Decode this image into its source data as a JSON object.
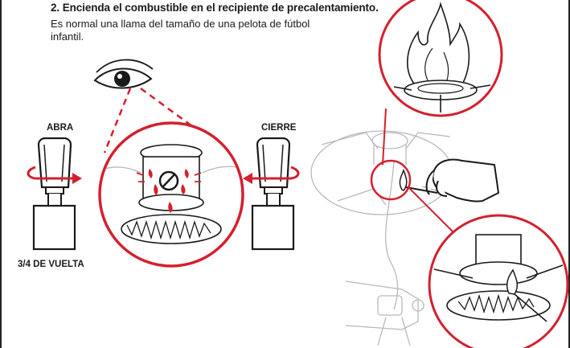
{
  "instruction": {
    "title": "2. Encienda el combustible en el recipiente de precalentamiento.",
    "body": "Es normal una llama del tamaño de una pelota de fútbol infantil."
  },
  "valve_labels": {
    "open": "ABRA",
    "close": "CIERRE",
    "turn_amount": "3/4 DE VUELTA"
  },
  "colors": {
    "accent": "#d3202e",
    "ink": "#1a1a1a",
    "light_line": "#b9b9b9"
  },
  "icons": [
    "eye-icon",
    "rotate-arrow-icon",
    "flame-icon",
    "match-icon",
    "hand-icon"
  ]
}
